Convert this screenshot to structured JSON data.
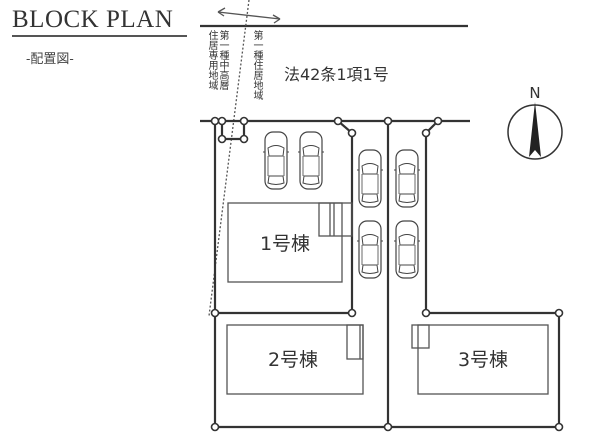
{
  "header": {
    "title": "BLOCK PLAN",
    "subtitle": "-配置図-"
  },
  "road": {
    "label": "法42条1項1号"
  },
  "zones": {
    "left": "第一種中高層住居専用地域",
    "right": "第一種住居地域"
  },
  "compass": {
    "label": "N"
  },
  "buildings": [
    {
      "label": "1号棟"
    },
    {
      "label": "2号棟"
    },
    {
      "label": "3号棟"
    }
  ],
  "parking_spaces": 6
}
